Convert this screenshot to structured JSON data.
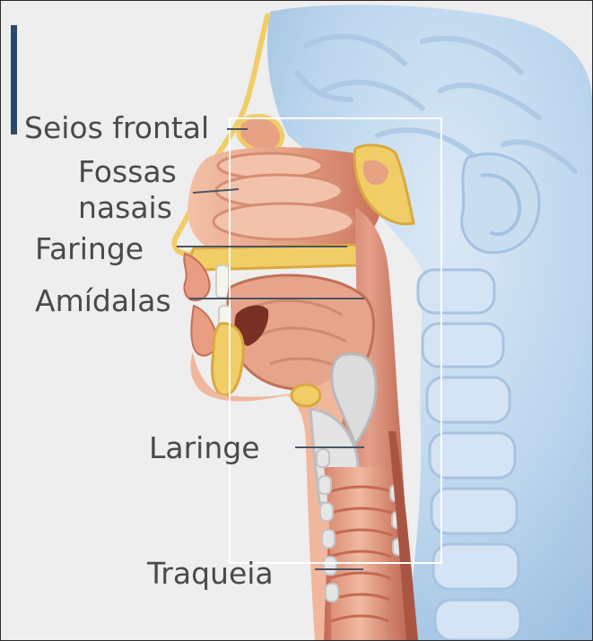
{
  "labels": {
    "frontal_sinus": "Seios frontal",
    "nasal_fossae_line1": "Fossas",
    "nasal_fossae_line2": "nasais",
    "pharynx": "Faringe",
    "tonsils": "Amídalas",
    "larynx": "Laringe",
    "trachea": "Traqueia"
  },
  "colors": {
    "background": "#eeeeee",
    "accent_bar": "#2a4a6b",
    "label_text": "#4a4a4a",
    "leader_line": "#4a5566",
    "head_blue": "#bcd6ee",
    "tissue_pink": "#e7a284",
    "bone_yellow": "#f1cd68",
    "cartilage": "#e2e2e2"
  }
}
